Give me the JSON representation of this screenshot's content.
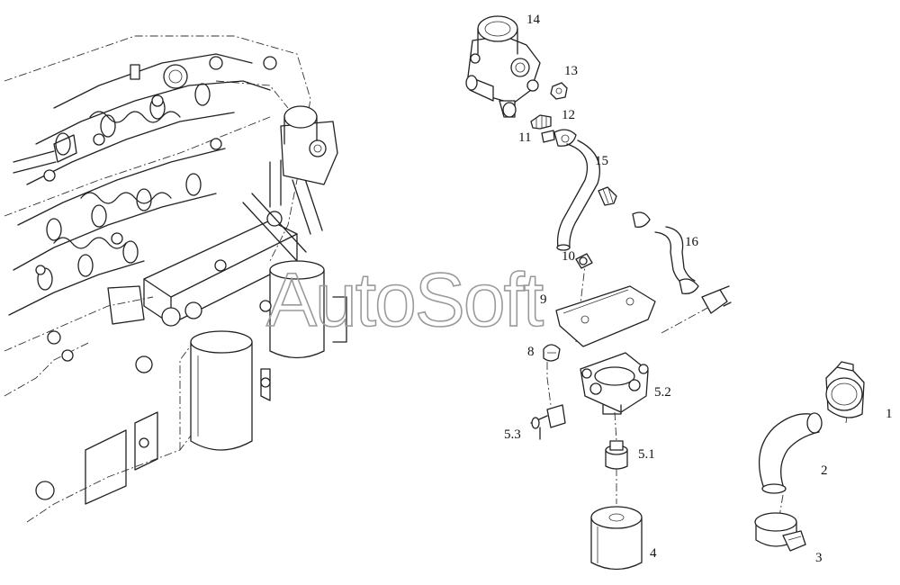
{
  "watermark": "AutoSoft",
  "labels": {
    "l1": "1",
    "l2": "2",
    "l3": "3",
    "l4": "4",
    "l5_1": "5.1",
    "l5_2": "5.2",
    "l5_3": "5.3",
    "l8": "8",
    "l9": "9",
    "l10": "10",
    "l11": "11",
    "l12": "12",
    "l13": "13",
    "l14": "14",
    "l15": "15",
    "l16": "16"
  }
}
